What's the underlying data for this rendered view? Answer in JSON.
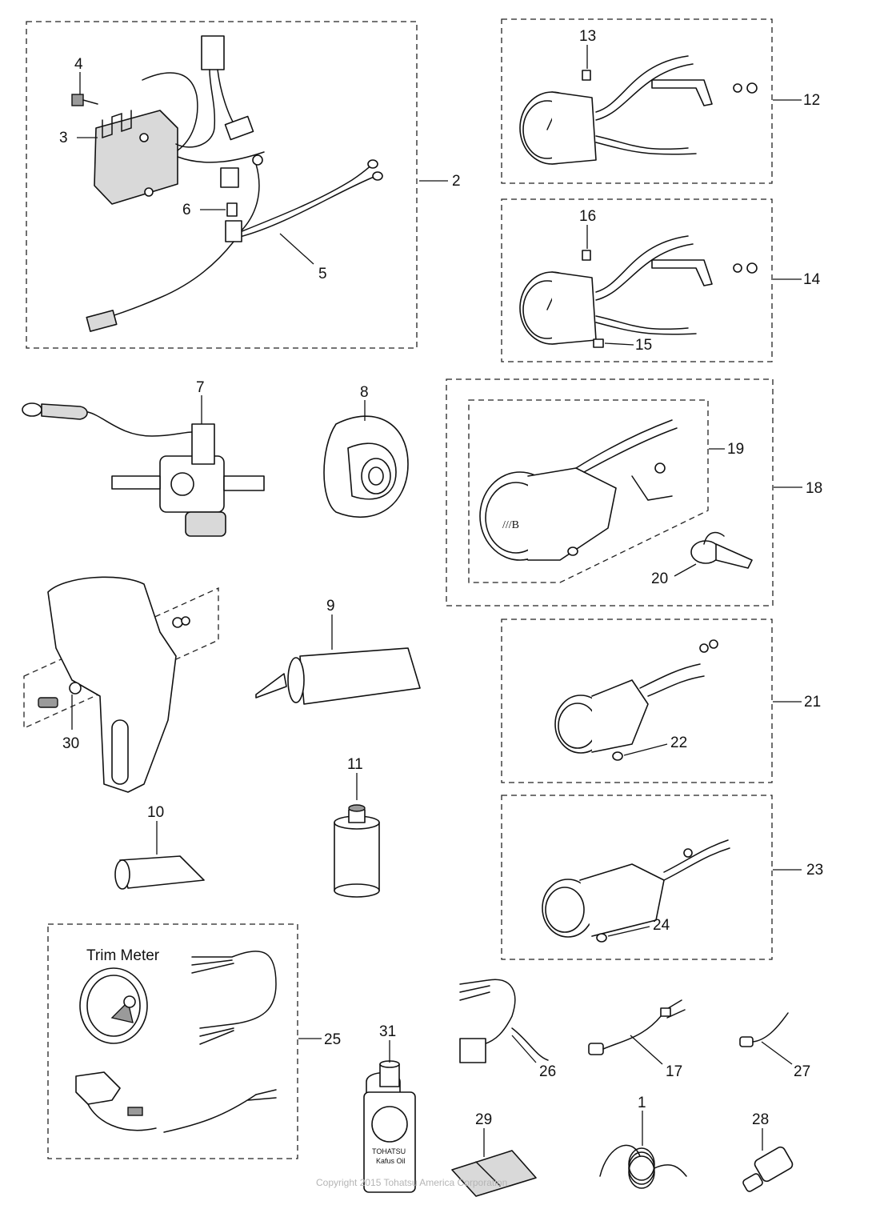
{
  "callouts": [
    {
      "id": "c1",
      "label": "1"
    },
    {
      "id": "c2",
      "label": "2"
    },
    {
      "id": "c3",
      "label": "3"
    },
    {
      "id": "c4",
      "label": "4"
    },
    {
      "id": "c5",
      "label": "5"
    },
    {
      "id": "c6",
      "label": "6"
    },
    {
      "id": "c7",
      "label": "7"
    },
    {
      "id": "c8",
      "label": "8"
    },
    {
      "id": "c9",
      "label": "9"
    },
    {
      "id": "c10",
      "label": "10"
    },
    {
      "id": "c11",
      "label": "11"
    },
    {
      "id": "c12",
      "label": "12"
    },
    {
      "id": "c13",
      "label": "13"
    },
    {
      "id": "c14",
      "label": "14"
    },
    {
      "id": "c15",
      "label": "15"
    },
    {
      "id": "c16",
      "label": "16"
    },
    {
      "id": "c17",
      "label": "17"
    },
    {
      "id": "c18",
      "label": "18"
    },
    {
      "id": "c19",
      "label": "19"
    },
    {
      "id": "c20",
      "label": "20"
    },
    {
      "id": "c21",
      "label": "21"
    },
    {
      "id": "c22",
      "label": "22"
    },
    {
      "id": "c23",
      "label": "23"
    },
    {
      "id": "c24",
      "label": "24"
    },
    {
      "id": "c25",
      "label": "25"
    },
    {
      "id": "c26",
      "label": "26"
    },
    {
      "id": "c27",
      "label": "27"
    },
    {
      "id": "c28",
      "label": "28"
    },
    {
      "id": "c29",
      "label": "29"
    },
    {
      "id": "c30",
      "label": "30"
    },
    {
      "id": "c31",
      "label": "31"
    }
  ],
  "trim_meter_caption": "Trim Meter",
  "copyright": "Copyright 2015 Tohatsu America Corporation",
  "can_label_line1": "TOHATSU",
  "can_label_line2": "Kafus Oil",
  "gauge_logo_text": "///B"
}
